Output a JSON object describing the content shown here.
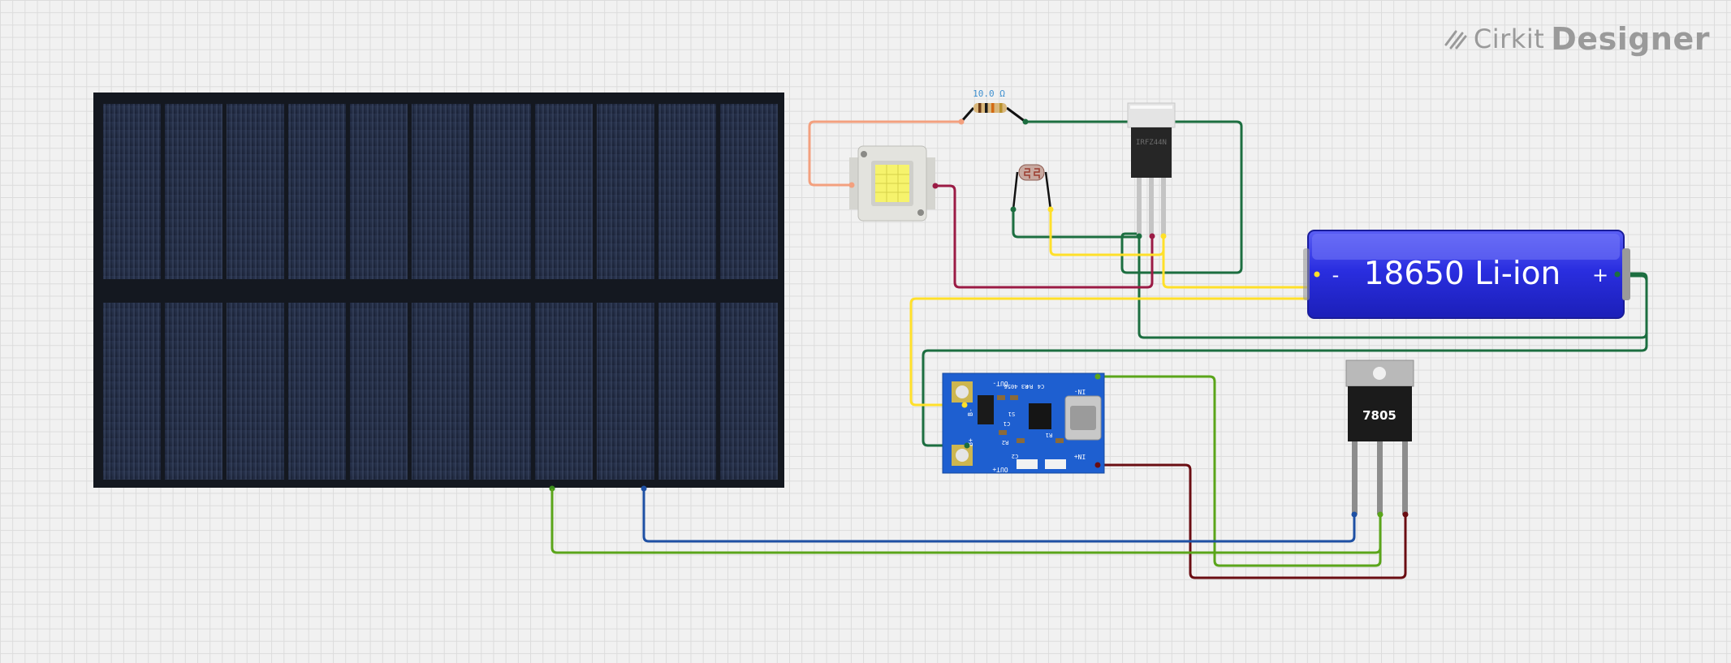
{
  "branding": {
    "name": "Cirkit",
    "product": "Designer"
  },
  "components": {
    "resistor": {
      "label": "10.0 Ω"
    },
    "battery": {
      "label": "18650 Li-ion",
      "minus": "-",
      "plus": "+"
    },
    "mosfet": {
      "label": "IRFZ44N"
    },
    "regulator": {
      "label": "7805"
    },
    "charger": {
      "pin_labels": [
        "OUT-",
        "B-",
        "B+",
        "OUT+",
        "IN-",
        "IN+"
      ],
      "silk": [
        "4056",
        "R4",
        "C4",
        "R3",
        "C1",
        "R2",
        "C2",
        "S1",
        "R1"
      ]
    }
  },
  "colors": {
    "wire_orange": "#f3a07e",
    "wire_green_dark": "#1c6e40",
    "wire_yellow": "#ffe02a",
    "wire_red_dark": "#9b1b45",
    "wire_lime": "#5aa51a",
    "wire_blue": "#1e50a4",
    "wire_maroon": "#6a0d12",
    "battery_blue": "#2a2ee0",
    "pcb_blue": "#1e5fd0"
  }
}
